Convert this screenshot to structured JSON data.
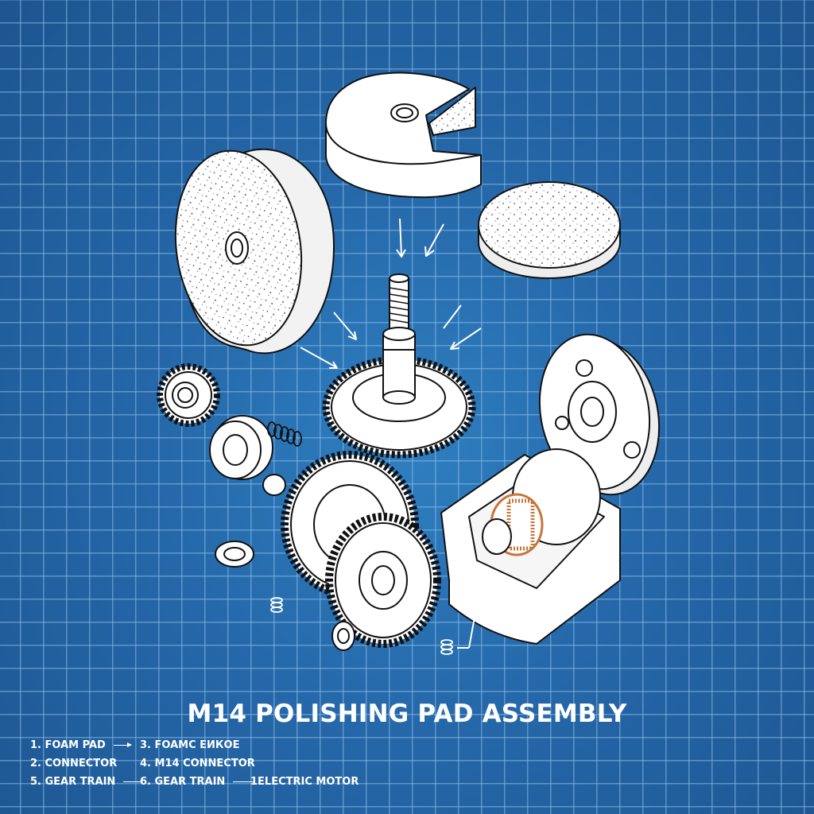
{
  "title": "M14 POLISHING PAD ASSEMBLY",
  "colors": {
    "background": "#2567a8",
    "grid": "#8cbeeb",
    "line_art": "#ffffff",
    "outline": "#111111",
    "copper_coil": "#c8743a"
  },
  "legend": [
    [
      {
        "label": "1. FOAM PAD",
        "connector": "arrow"
      },
      {
        "label": "3. FOAMC ЕИКОЕ",
        "connector": "none"
      }
    ],
    [
      {
        "label": "2. CONNECTOR",
        "connector": "none"
      },
      {
        "label": "4. M14 CONNECTOR",
        "connector": "none"
      }
    ],
    [
      {
        "label": "5. GEAR TRAIN",
        "connector": "line"
      },
      {
        "label": "6. GEAR TRAIN",
        "connector": "line"
      },
      {
        "label": "1ELECTRIC MOTOR",
        "connector": "none"
      }
    ]
  ],
  "parts": [
    "foam-pad-large",
    "foam-pad-cutaway",
    "foam-pad-thin",
    "m14-threaded-spindle",
    "spindle-drive-gear",
    "small-spur-gear",
    "bearing-collar",
    "compression-spring",
    "large-gear-train",
    "backing-plate",
    "electric-motor-housing",
    "bearing-rings",
    "small-springs"
  ]
}
